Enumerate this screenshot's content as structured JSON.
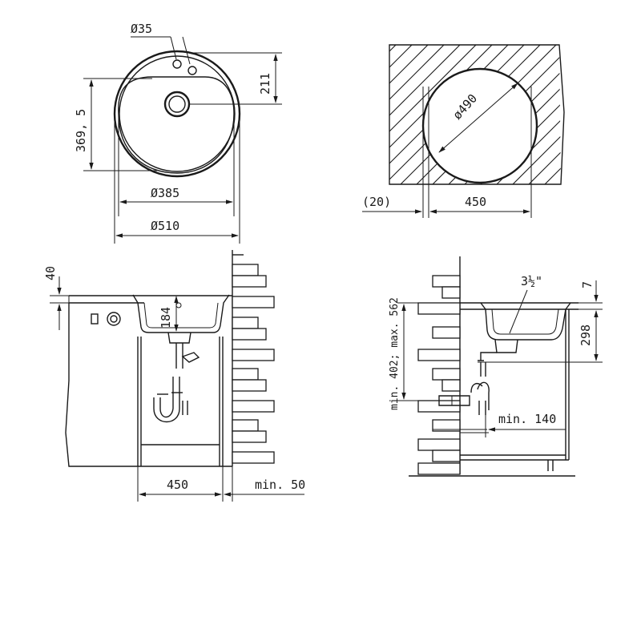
{
  "top_view": {
    "dim_hole": "Ø35",
    "dim_depth": "211",
    "dim_bowl_offset": "369, 5",
    "dim_bowl_diameter": "Ø385",
    "dim_outer_diameter": "Ø510"
  },
  "cutout_view": {
    "dim_cutout_diameter": "ø490",
    "dim_clearance": "(20)",
    "dim_cabinet": "450"
  },
  "side_view_left": {
    "dim_worktop": "40",
    "dim_bowl_depth": "184",
    "dim_cabinet_width": "450",
    "dim_wall_gap": "min. 50"
  },
  "side_view_right": {
    "dim_drain_size": "3½\"",
    "dim_rim": "7",
    "dim_height": "298",
    "dim_waste_height": "min. 402; max. 562",
    "dim_waste_distance": "min. 140"
  }
}
